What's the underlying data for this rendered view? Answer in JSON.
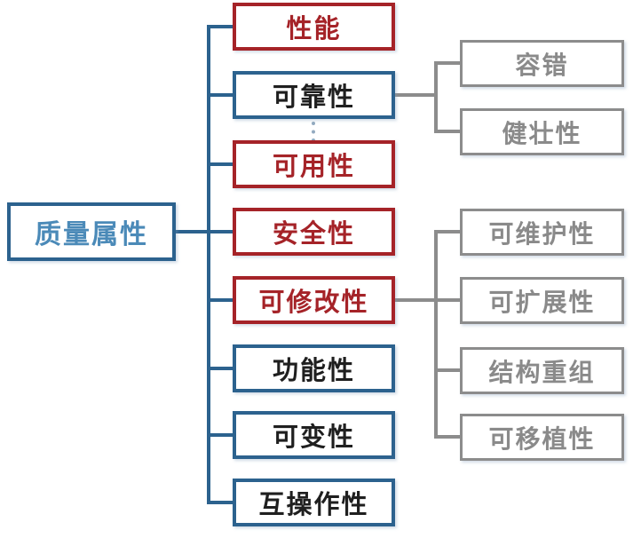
{
  "root": {
    "label": "质量属性"
  },
  "left_nodes": [
    {
      "label": "性能",
      "style": "red"
    },
    {
      "label": "可靠性",
      "style": "blue"
    },
    {
      "label": "可用性",
      "style": "red"
    },
    {
      "label": "安全性",
      "style": "red"
    },
    {
      "label": "可修改性",
      "style": "red"
    },
    {
      "label": "功能性",
      "style": "blue"
    },
    {
      "label": "可变性",
      "style": "blue"
    },
    {
      "label": "互操作性",
      "style": "blue"
    }
  ],
  "reliability_children": [
    {
      "label": "容错"
    },
    {
      "label": "健壮性"
    }
  ],
  "modifiability_children": [
    {
      "label": "可维护性"
    },
    {
      "label": "可扩展性"
    },
    {
      "label": "结构重组"
    },
    {
      "label": "可移植性"
    }
  ],
  "colors": {
    "red_accent": "#a52328",
    "blue_accent": "#2c628e",
    "gray_accent": "#8c8c8c",
    "root_text": "#4b8ab8",
    "dark_text": "#1f1f1f",
    "gray_text": "#8a8a8a",
    "dotted_line": "#93aac0",
    "background": "#ffffff"
  }
}
